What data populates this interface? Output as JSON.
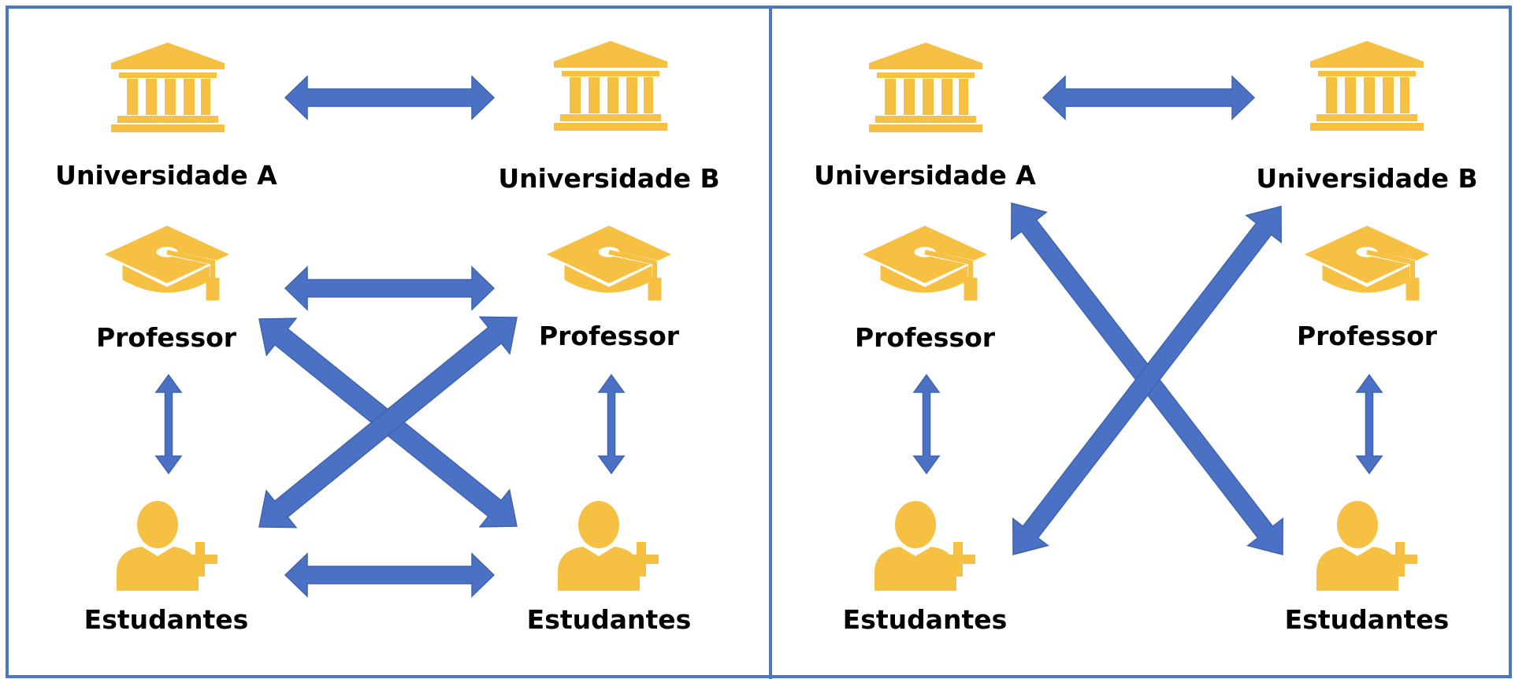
{
  "colors": {
    "icon": "#F6C143",
    "arrow": "#4A71C4",
    "border": "#4A76C2",
    "text": "#000000"
  },
  "panels": [
    {
      "id": "left",
      "labels": {
        "university_a": "Universidade A",
        "university_b": "Universidade B",
        "professor_a": "Professor",
        "professor_b": "Professor",
        "students_a": "Estudantes",
        "students_b": "Estudantes"
      },
      "icons": {
        "university": "university-building-icon",
        "professor": "graduation-cap-icon",
        "students": "add-user-icon"
      }
    },
    {
      "id": "right",
      "labels": {
        "university_a": "Universidade A",
        "university_b": "Universidade B",
        "professor_a": "Professor",
        "professor_b": "Professor",
        "students_a": "Estudantes",
        "students_b": "Estudantes"
      },
      "icons": {
        "university": "university-building-icon",
        "professor": "graduation-cap-icon",
        "students": "add-user-icon"
      }
    }
  ]
}
